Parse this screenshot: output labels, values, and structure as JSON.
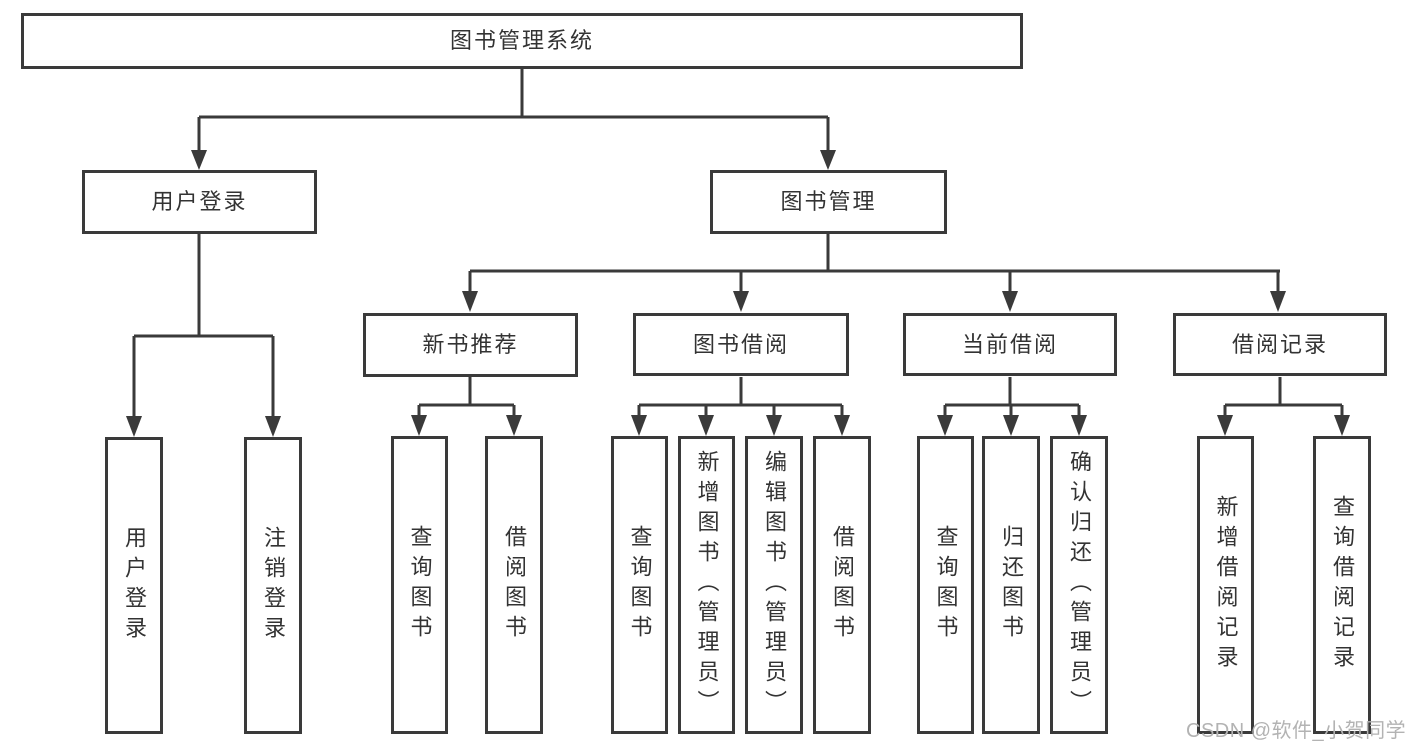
{
  "diagram_type": "hierarchy-tree",
  "colors": {
    "background": "#ffffff",
    "line": "#3a3a3a",
    "box_border": "#3a3a3a",
    "text": "#333333",
    "watermark": "#b3b3b3"
  },
  "tree": {
    "label": "图书管理系统",
    "children": [
      {
        "label": "用户登录",
        "children": [
          {
            "label": "用户登录"
          },
          {
            "label": "注销登录"
          }
        ]
      },
      {
        "label": "图书管理",
        "children": [
          {
            "label": "新书推荐",
            "children": [
              {
                "label": "查询图书"
              },
              {
                "label": "借阅图书"
              }
            ]
          },
          {
            "label": "图书借阅",
            "children": [
              {
                "label": "查询图书"
              },
              {
                "label": "新增图书（管理员）"
              },
              {
                "label": "编辑图书（管理员）"
              },
              {
                "label": "借阅图书"
              }
            ]
          },
          {
            "label": "当前借阅",
            "children": [
              {
                "label": "查询图书"
              },
              {
                "label": "归还图书"
              },
              {
                "label": "确认归还（管理员）"
              }
            ]
          },
          {
            "label": "借阅记录",
            "children": [
              {
                "label": "新增借阅记录"
              },
              {
                "label": "查询借阅记录"
              }
            ]
          }
        ]
      }
    ]
  },
  "watermark": {
    "text": "CSDN @软件_小贺同学"
  }
}
